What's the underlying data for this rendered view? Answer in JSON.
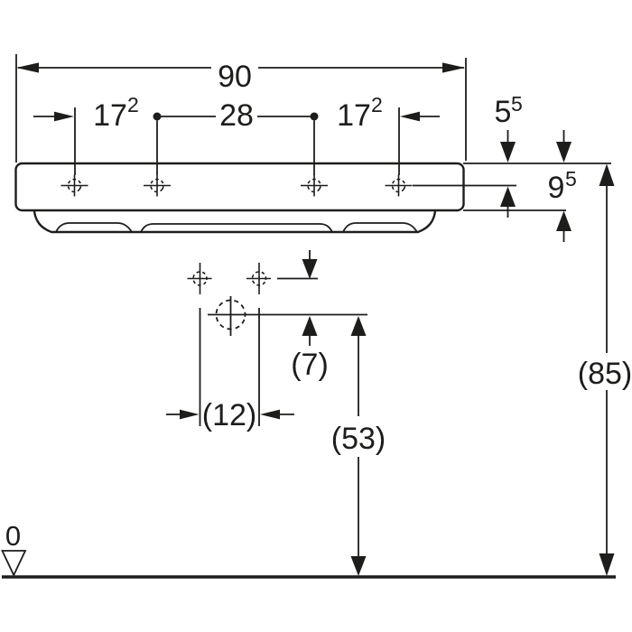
{
  "drawing": {
    "product": "washbasin front elevation technical drawing",
    "line_color": "#1d1d1b",
    "dimensions": {
      "overall_width": "90",
      "tap_left": {
        "base": "17",
        "sup": "2"
      },
      "tap_center": "28",
      "tap_right": {
        "base": "17",
        "sup": "2"
      },
      "rim_to_tap": {
        "base": "5",
        "sup": "5"
      },
      "apron_height": {
        "base": "9",
        "sup": "5"
      },
      "overflow_to_drain": "(7)",
      "fixing_spacing": "(12)",
      "drain_height": "(53)",
      "rim_height": "(85)",
      "datum": "0"
    }
  }
}
